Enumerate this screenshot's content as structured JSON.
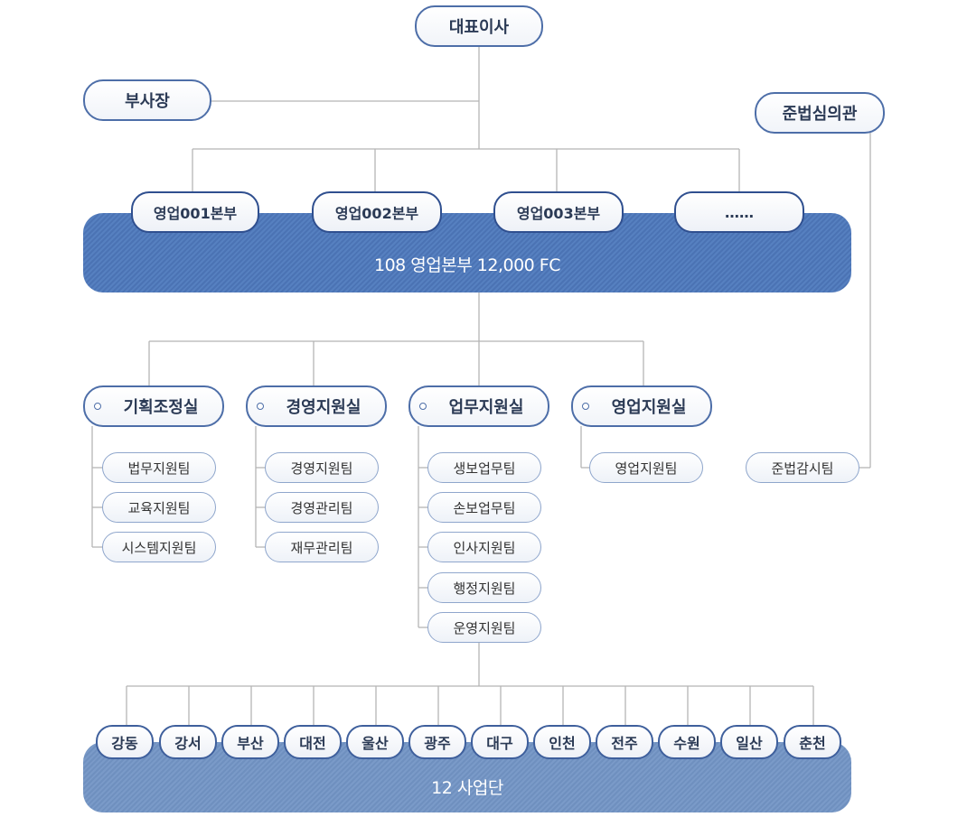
{
  "ceo": "대표이사",
  "vice_president": "부사장",
  "compliance_officer": "준법심의관",
  "hq_band": {
    "label": "108 영업본부  12,000 FC"
  },
  "headquarters": [
    "영업001본부",
    "영업002본부",
    "영업003본부",
    "……"
  ],
  "departments": [
    {
      "name": "기획조정실",
      "teams": [
        "법무지원팀",
        "교육지원팀",
        "시스템지원팀"
      ]
    },
    {
      "name": "경영지원실",
      "teams": [
        "경영지원팀",
        "경영관리팀",
        "재무관리팀"
      ]
    },
    {
      "name": "업무지원실",
      "teams": [
        "생보업무팀",
        "손보업무팀",
        "인사지원팀",
        "행정지원팀",
        "운영지원팀"
      ]
    },
    {
      "name": "영업지원실",
      "teams": [
        "영업지원팀"
      ]
    }
  ],
  "compliance_team": "준법감시팀",
  "business_band": {
    "label": "12 사업단"
  },
  "regions": [
    "강동",
    "강서",
    "부산",
    "대전",
    "울산",
    "광주",
    "대구",
    "인천",
    "전주",
    "수원",
    "일산",
    "춘천"
  ],
  "colors": {
    "line": "#b8b8b8",
    "border": "#4d6ea8",
    "band": "#4f78b8"
  }
}
